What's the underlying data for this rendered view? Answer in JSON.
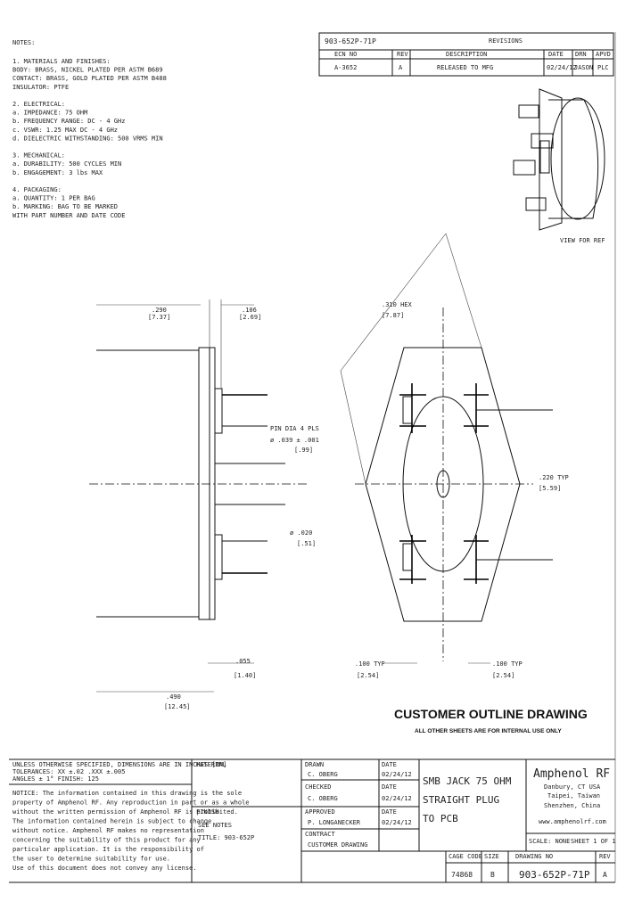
{
  "notes": {
    "heading": "NOTES:",
    "lines": [
      "1.  MATERIALS AND FINISHES:",
      "    BODY: BRASS, NICKEL PLATED PER ASTM B689",
      "    CONTACT: BRASS, GOLD PLATED PER ASTM B488",
      "    INSULATOR: PTFE",
      "",
      "2.  ELECTRICAL:",
      "    a. IMPEDANCE: 75 OHM",
      "    b. FREQUENCY RANGE: DC - 4 GHz",
      "    c. VSWR: 1.25 MAX DC - 4 GHz",
      "    d. DIELECTRIC WITHSTANDING: 500 VRMS MIN",
      "",
      "3.  MECHANICAL:",
      "    a. DURABILITY: 500 CYCLES MIN",
      "    b. ENGAGEMENT: 3 lbs MAX",
      "",
      "4.  PACKAGING:",
      "    a. QUANTITY: 1 PER BAG",
      "    b. MARKING: BAG TO BE MARKED",
      "       WITH PART NUMBER AND DATE CODE"
    ]
  },
  "revision_block": {
    "part_number": "903-652P-71P",
    "header": "REVISIONS",
    "columns": [
      "ECN NO",
      "REV",
      "DESCRIPTION",
      "DATE",
      "DRN",
      "APVD"
    ],
    "rows": [
      [
        "A-3652",
        "A",
        "RELEASED TO MFG",
        "02/24/12",
        "JASON",
        "PLC"
      ]
    ]
  },
  "views": {
    "iso_label": "VIEW FOR REF"
  },
  "dimensions": {
    "left_overall_top": ".290",
    "left_overall_top_mm": "[7.37]",
    "pin_length": ".106",
    "pin_length_mm": "[2.69]",
    "pin_dia_label": "PIN DIA 4 PLS",
    "pin_dia_value": "ø .039 ± .001",
    "pin_dia_mm": "[.99]",
    "center_pin": "ø .020",
    "center_pin_mm": "[.51]",
    "flange": ".055",
    "flange_mm": "[1.40]",
    "overall_bottom": ".490",
    "overall_bottom_mm": "[12.45]",
    "hex": ".310 HEX",
    "hex_mm": "[7.87]",
    "hole_spacing": ".220 TYP",
    "hole_spacing_mm": "[5.59]",
    "bottom_left": ".100 TYP",
    "bottom_left_mm": "[2.54]",
    "bottom_right": ".100 TYP",
    "bottom_right_mm": "[2.54]"
  },
  "banner": {
    "title": "CUSTOMER OUTLINE DRAWING",
    "subtitle": "ALL OTHER SHEETS ARE FOR INTERNAL USE ONLY"
  },
  "title_block": {
    "tolerance_lines": [
      "UNLESS OTHERWISE SPECIFIED, DIMENSIONS ARE IN INCHES [MM]",
      "TOLERANCES: XX ±.02   .XXX ±.005",
      "ANGLES ± 1°       FINISH: 125"
    ],
    "proprietary": [
      "NOTICE: The information contained in this drawing is the sole",
      "property of Amphenol RF. Any reproduction in part or as a whole",
      "without the written permission of Amphenol RF is prohibited.",
      "The information contained herein is subject to change",
      "without notice. Amphenol RF makes no representation",
      "concerning the suitability of this product for any",
      "particular application. It is the responsibility of",
      "the user to determine suitability for use.",
      "Use of this document does not convey any license."
    ],
    "material_label": "MATERIAL",
    "finish_label": "FINISH",
    "finish_lines": [
      "SEE NOTES",
      "TITLE: 903-652P"
    ],
    "drawn_label": "DRAWN",
    "drawn_by": "C. OBERG",
    "drawn_date": "02/24/12",
    "checked_label": "CHECKED",
    "checked_by": "C. OBERG",
    "checked_date": "02/24/12",
    "approved_label": "APPROVED",
    "approved_by": "P. LONGANECKER",
    "approved_date": "02/24/12",
    "date_label": "DATE",
    "contract_label": "CONTRACT",
    "contract_value": "CUSTOMER DRAWING",
    "title_lines": [
      "SMB JACK 75 OHM",
      "STRAIGHT PLUG",
      "TO PCB"
    ],
    "company": "Amphenol RF",
    "address": [
      "Danbury, CT USA",
      "Taipei, Taiwan",
      "Shenzhen, China"
    ],
    "website": "www.amphenolrf.com",
    "scale_label": "SCALE: NONE",
    "sheet_label": "SHEET 1 OF 1",
    "size_label": "SIZE",
    "cage_label": "CAGE CODE",
    "dwg_label": "DRAWING NO",
    "rev_label": "REV",
    "cage_code": "74868",
    "size_value": "B",
    "drawing_no": "903-652P-71P",
    "rev_value": "A"
  }
}
